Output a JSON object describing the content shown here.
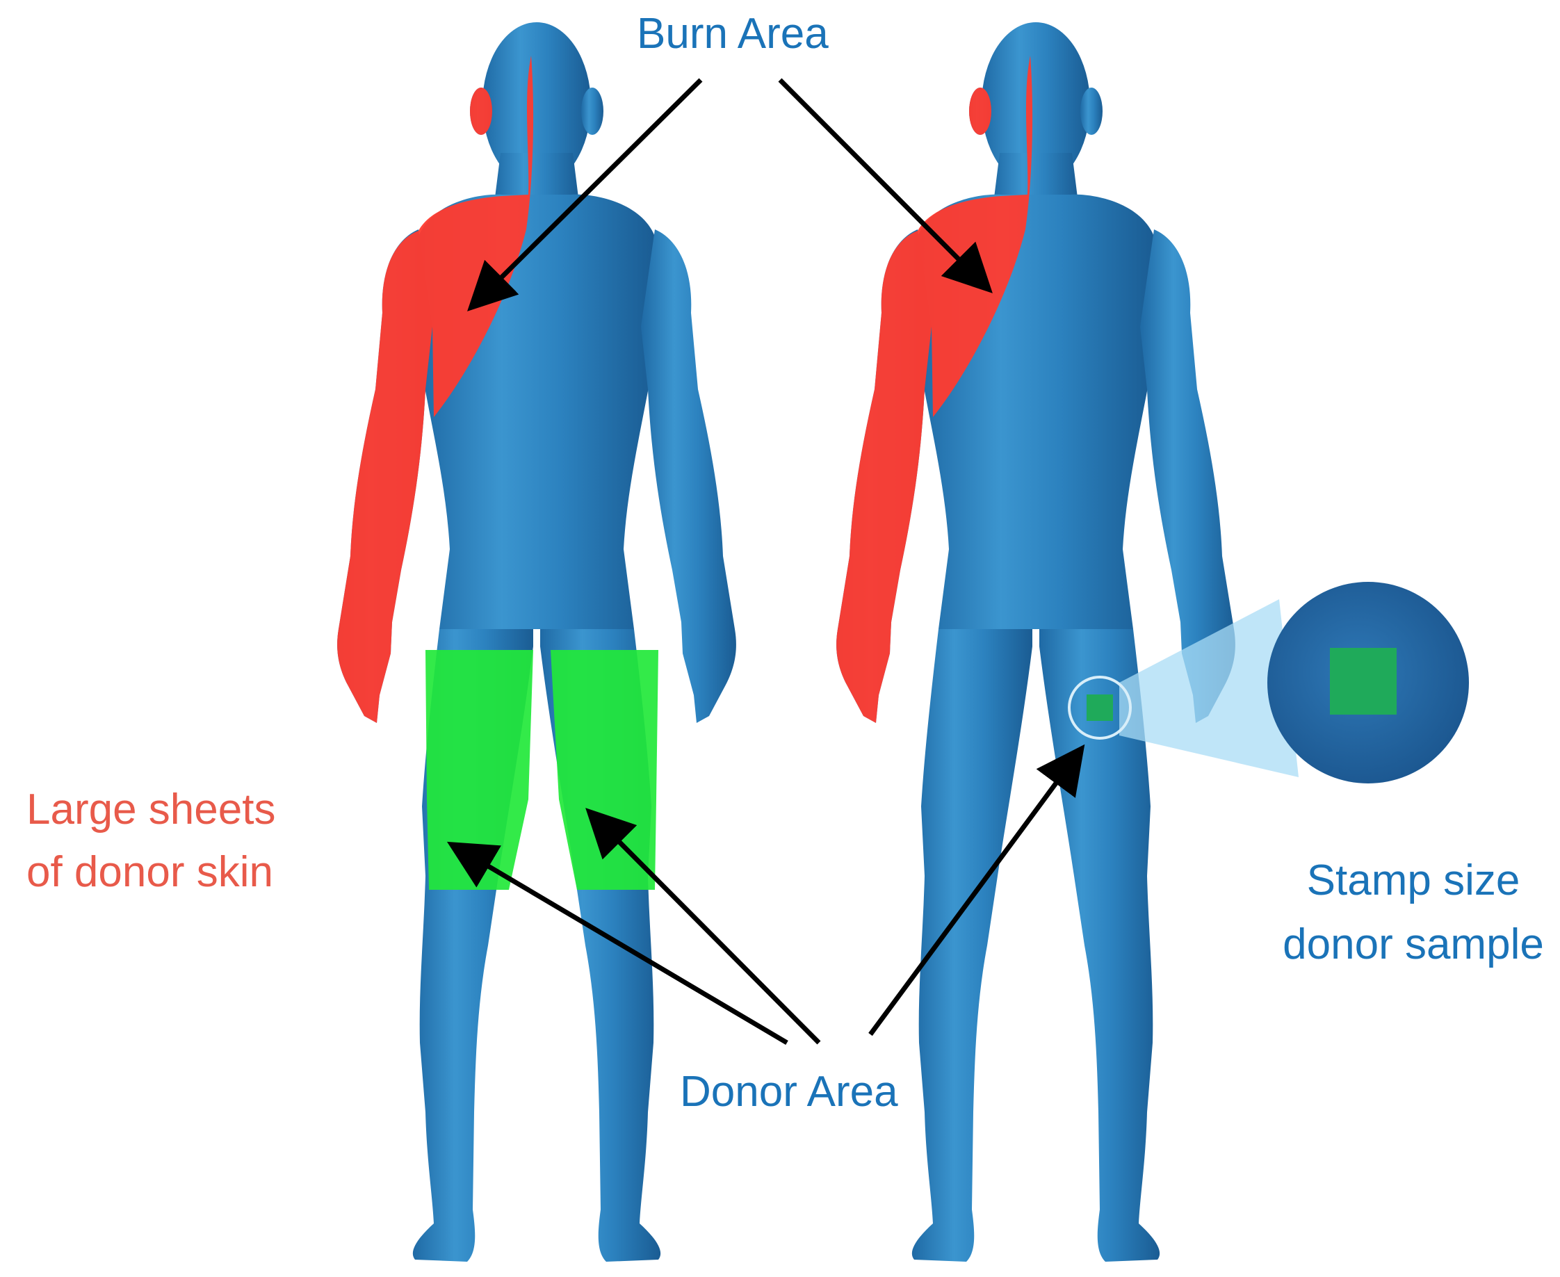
{
  "labels": {
    "burn_area": "Burn Area",
    "donor_area": "Donor Area",
    "large_sheets_line1": "Large sheets",
    "large_sheets_line2": "of donor skin",
    "stamp_line1": "Stamp size",
    "stamp_line2": "donor sample"
  },
  "colors": {
    "body": "#2e86c1",
    "body_dark": "#1b5f95",
    "body_light": "#58a9dc",
    "burn": "#ff3b2f",
    "donor": "#22e83a",
    "stamp": "#1faa5a",
    "zoom_beam": "#a9dcf5",
    "arrow": "#000000",
    "label_blue": "#1a73b8",
    "label_red": "#e85a4a"
  },
  "figures": [
    {
      "name": "left-figure",
      "donor_method": "large sheets"
    },
    {
      "name": "right-figure",
      "donor_method": "stamp size"
    }
  ]
}
